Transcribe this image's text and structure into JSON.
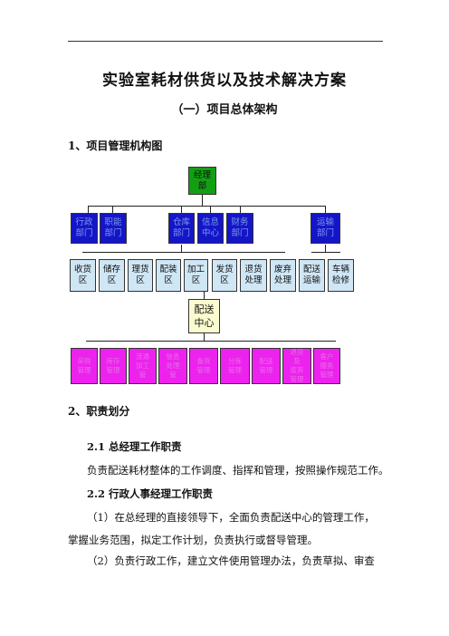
{
  "doc": {
    "title": "实验室耗材供货以及技术解决方案",
    "section_title": "（一）项目总体架构",
    "heading_1": "1、项目管理机构图",
    "heading_2": "2、职责划分",
    "sub_2_1": "2.1 总经理工作职责",
    "para_2_1": "负责配送耗材整体的工作调度、指挥和管理，按照操作规范工作。",
    "sub_2_2": "2.2 行政人事经理工作职责",
    "para_2_2_a1": "（1）在总经理的直接领导下，全面负责配送中心的管理工作，",
    "para_2_2_a2": "掌握业务范围，拟定工作计划，负责执行或督导管理。",
    "para_2_2_b1": "（2）负责行政工作，建立文件使用管理办法，负责草拟、审查"
  },
  "org_chart": {
    "top": "经理\n部",
    "departments": [
      "行政\n部门",
      "职能\n部门",
      "仓库\n部门",
      "信息\n中心",
      "财务\n部门",
      "运输\n部门"
    ],
    "areas": [
      "收货\n区",
      "储存\n区",
      "理货\n区",
      "配装\n区",
      "加工\n区",
      "发货\n区",
      "退货\n处理",
      "废弃\n处理",
      "配送\n运输",
      "车辆\n检修"
    ],
    "center": "配送\n中心",
    "functions": [
      "采购\n管理",
      "库存\n管理",
      "流通\n加工\n管",
      "信息\n处理\n管",
      "备货\n管理",
      "分拣\n管理",
      "配送\n管理",
      "退货\n及\n废弃\n管理",
      "客户\n服务\n管理"
    ],
    "colors": {
      "top": "#12a012",
      "departments": "#1515c8",
      "areas": "#cfe6f5",
      "center": "#fbfbd0",
      "functions": "#ee22ee"
    }
  }
}
